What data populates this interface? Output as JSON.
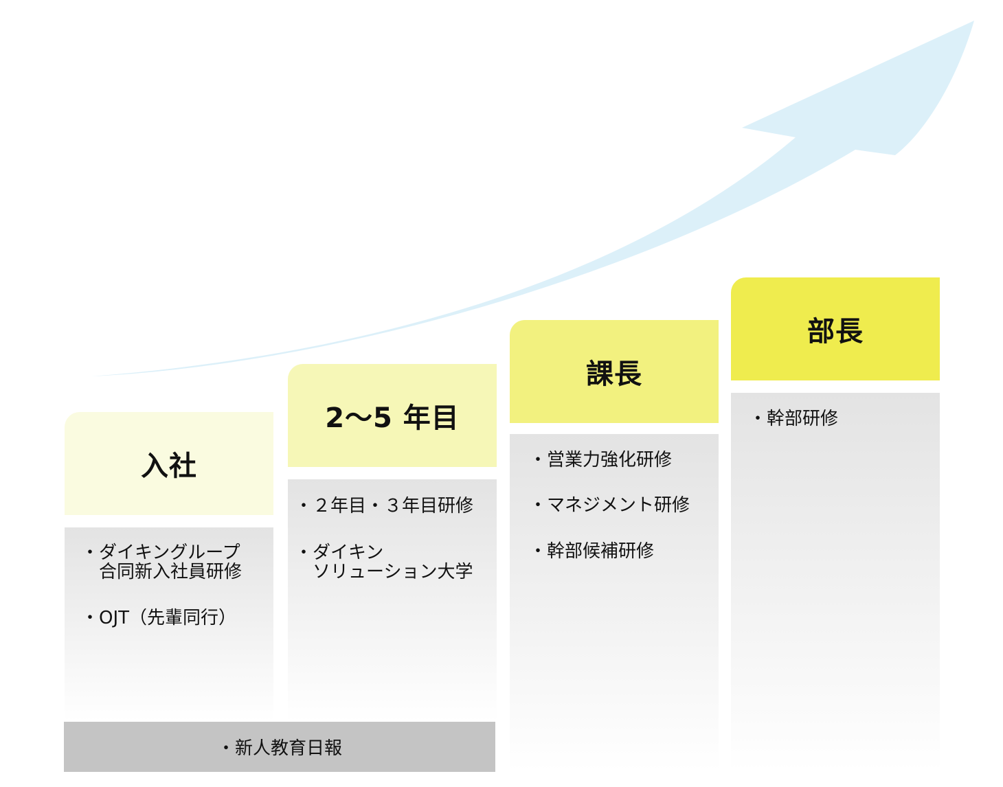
{
  "stages": [
    {
      "title": "入社",
      "items": [
        [
          "ダイキングループ",
          "合同新入社員研修"
        ],
        [
          "OJT（先輩同行）"
        ]
      ]
    },
    {
      "title": "2〜5 年目",
      "items": [
        [
          "２年目・３年目研修"
        ],
        [
          "ダイキン",
          "ソリューション大学"
        ]
      ]
    },
    {
      "title": "課長",
      "items": [
        [
          "営業力強化研修"
        ],
        [
          "マネジメント研修"
        ],
        [
          "幹部候補研修"
        ]
      ]
    },
    {
      "title": "部長",
      "items": [
        [
          "幹部研修"
        ]
      ]
    }
  ],
  "bottom_bar": "新人教育日報",
  "colors": {
    "header_1": "#fafbe0",
    "header_2": "#f6f7b7",
    "header_3": "#f2f17f",
    "header_4": "#efec4e",
    "arrow": "#dcf0f9",
    "bottom": "#c4c4c4"
  }
}
